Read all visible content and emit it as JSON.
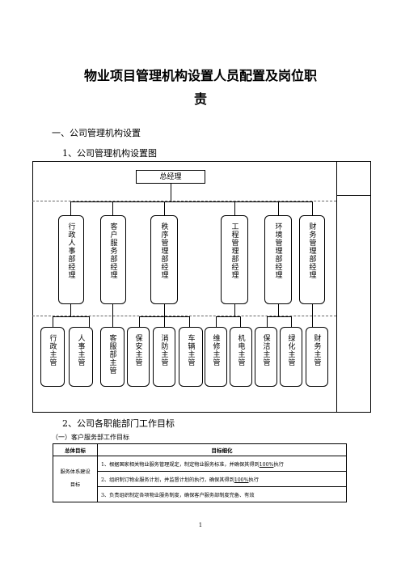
{
  "doc": {
    "title_line1": "物业项目管理机构设置人员配置及岗位职",
    "title_line2": "责",
    "section1": "一、公司管理机构设置",
    "section1_1": "1、公司管理机构设置图",
    "section2": "2、公司各职能部门工作目标",
    "section2_1": "（一）客户服务部工作目标",
    "page_number": "1"
  },
  "org": {
    "general_manager": "总经理",
    "departments": [
      "行政人事部经理",
      "客户服务部经理",
      "秩序管理部经理",
      "工程管理部经理",
      "环境管理部经理",
      "财务管理部经理"
    ],
    "supervisors": [
      "行政主管",
      "人事主管",
      "客服部主管",
      "保安主管",
      "消防主管",
      "车辆主管",
      "维修主管",
      "机电主管",
      "保洁主管",
      "绿化主管",
      "财务主管"
    ]
  },
  "table": {
    "headers": [
      "总体目标",
      "目标细化"
    ],
    "goal": "服务体系建设目标",
    "rows": [
      {
        "prefix": "1、根据国家相关物业服务管理规定，制定物业服务标准，并确保其得到",
        "pct": "100%",
        "suffix": "执行"
      },
      {
        "prefix": "2、组织制订物业服务计划，并监督计划的执行，确保其得到",
        "pct": "100%",
        "suffix": "执行"
      },
      {
        "prefix": "3、负责组织制定各项物业服务制度，确保客户服务部制度完备、有效",
        "pct": "",
        "suffix": ""
      }
    ]
  }
}
